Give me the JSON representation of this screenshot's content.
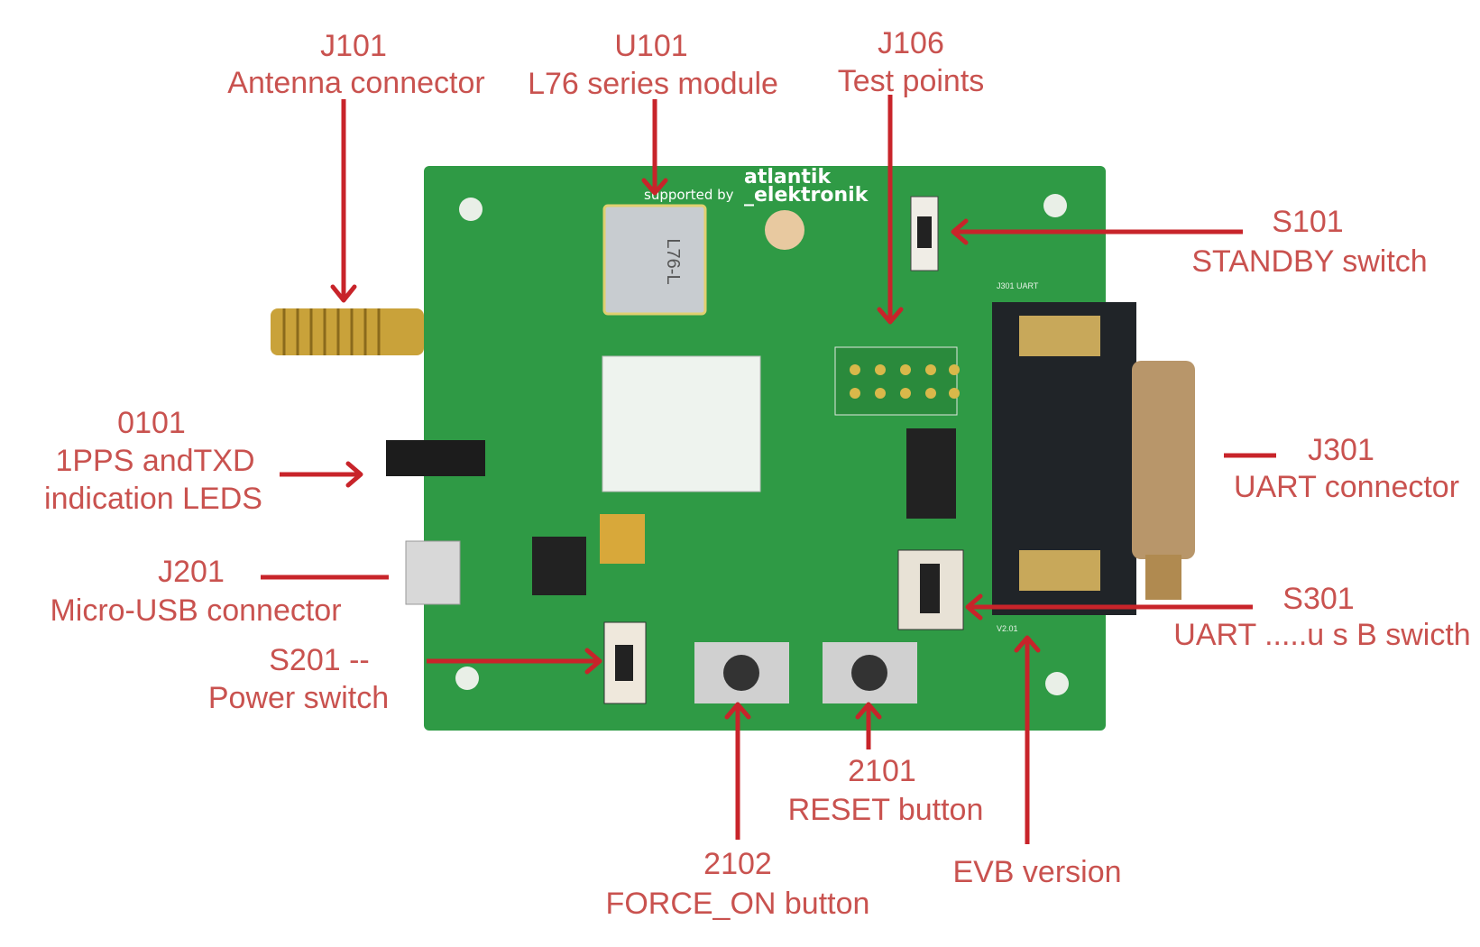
{
  "colors": {
    "label": "#c9524f",
    "arrow": "#c8242a",
    "pcb": "#2f9a45"
  },
  "logo": {
    "supported_by": "supported by",
    "brand_line1": "atlantik",
    "brand_line2": "_elektronik"
  },
  "board": {
    "module_marking": "L76-L",
    "version": "V2.01",
    "uart_silk": "J301  UART"
  },
  "labels": {
    "j101": {
      "ref": "J101",
      "desc": "Antenna connector"
    },
    "u101": {
      "ref": "U101",
      "desc": "L76 series module"
    },
    "j106": {
      "ref": "J106",
      "desc": "Test points"
    },
    "s101": {
      "ref": "S101",
      "desc": "STANDBY switch"
    },
    "d101": {
      "ref": "0101",
      "desc1": "1PPS andTXD",
      "desc2": "indication LEDS"
    },
    "j301": {
      "ref": "J301",
      "desc": "UART connector"
    },
    "j201": {
      "ref": "J201",
      "desc": "Micro-USB connector"
    },
    "s301": {
      "ref": "S301",
      "desc": "UART .....u s B swicth"
    },
    "s201": {
      "ref": "S201  --",
      "desc": "Power switch"
    },
    "k101": {
      "ref": "2101",
      "desc": "RESET button"
    },
    "k102": {
      "ref": "2102",
      "desc": "FORCE_ON  button"
    },
    "evb": {
      "desc": "EVB version"
    }
  }
}
